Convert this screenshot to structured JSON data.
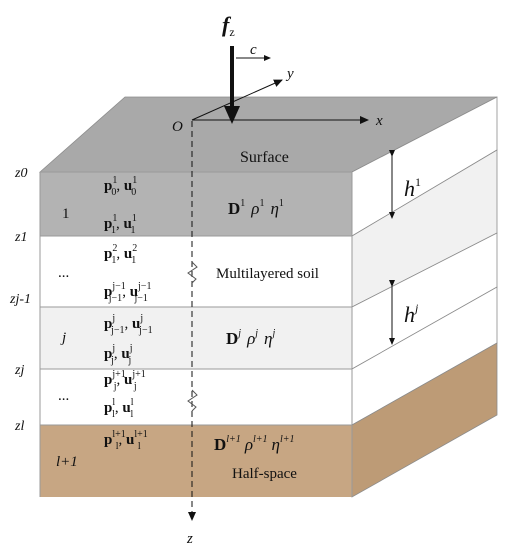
{
  "labels": {
    "fz_main": "f",
    "fz_sub": "z",
    "c": "c",
    "y": "y",
    "x": "x",
    "origin": "O",
    "z_axis": "z",
    "surface": "Surface",
    "multilayered": "Multilayered soil",
    "halfspace": "Half-space"
  },
  "left_labels": {
    "z0": "z0",
    "z1": "z1",
    "zj1": "zj-1",
    "zj": "zj",
    "zl": "zl",
    "layer1": "1",
    "dots1": "...",
    "layerj": "j",
    "dots2": "...",
    "layerl1": "l+1"
  },
  "vectors": {
    "p01": "p",
    "p01_sub": "0",
    "p01_sup": "1",
    "u01": "u",
    "u01_sub": "0",
    "u01_sup": "1",
    "p11": "p",
    "p11_sub": "1",
    "p11_sup": "1",
    "u11": "u",
    "u11_sub": "1",
    "u11_sup": "1",
    "p12": "p",
    "p12_sub": "1",
    "p12_sup": "2",
    "u12": "u",
    "u12_sub": "1",
    "u12_sup": "2",
    "pjj1a": "p",
    "pjj1a_sub": "j−1",
    "pjj1a_sup": "j−1",
    "ujj1a": "u",
    "ujj1a_sub": "j−1",
    "ujj1a_sup": "j−1",
    "pjj1b": "p",
    "pjj1b_sub": "j−1",
    "pjj1b_sup": "j",
    "ujj1b": "u",
    "ujj1b_sub": "j−1",
    "ujj1b_sup": "j",
    "pjj": "p",
    "pjj_sub": "j",
    "pjj_sup": "j",
    "ujj": "u",
    "ujj_sub": "j",
    "ujj_sup": "j",
    "pj1": "p",
    "pj1_sub": "j",
    "pj1_sup": "j+1",
    "uj1": "u",
    "uj1_sub": "j",
    "uj1_sup": "j+1",
    "pll": "p",
    "pll_sub": "l",
    "pll_sup": "l",
    "ull": "u",
    "ull_sub": "l",
    "ull_sup": "l",
    "pl1": "p",
    "pl1_sub": "l",
    "pl1_sup": "l+1",
    "ul1": "u",
    "ul1_sub": "l",
    "ul1_sup": "l+1"
  },
  "properties": {
    "d1": "D",
    "d1_sup": "1",
    "rho1": "ρ",
    "rho1_sup": "1",
    "eta1": "η",
    "eta1_sup": "1",
    "dj": "D",
    "dj_sup": "j",
    "rhoj": "ρ",
    "rhoj_sup": "j",
    "etaj": "η",
    "etaj_sup": "j",
    "dl1": "D",
    "dl1_sup": "l+1",
    "rhol1": "ρ",
    "rhol1_sup": "l+1",
    "etal1": "η",
    "etal1_sup": "l+1"
  },
  "thickness": {
    "h1": "h",
    "h1_sup": "1",
    "hj": "h",
    "hj_sup": "j"
  },
  "colors": {
    "top_face": "#a9a9a9",
    "gray_layer": "#b3b3b3",
    "light_layer": "#f1f1f1",
    "white_layer": "#ffffff",
    "halfspace": "#c7a683",
    "halfspace_side": "#bd9b76",
    "edge": "#8c8c8c"
  }
}
